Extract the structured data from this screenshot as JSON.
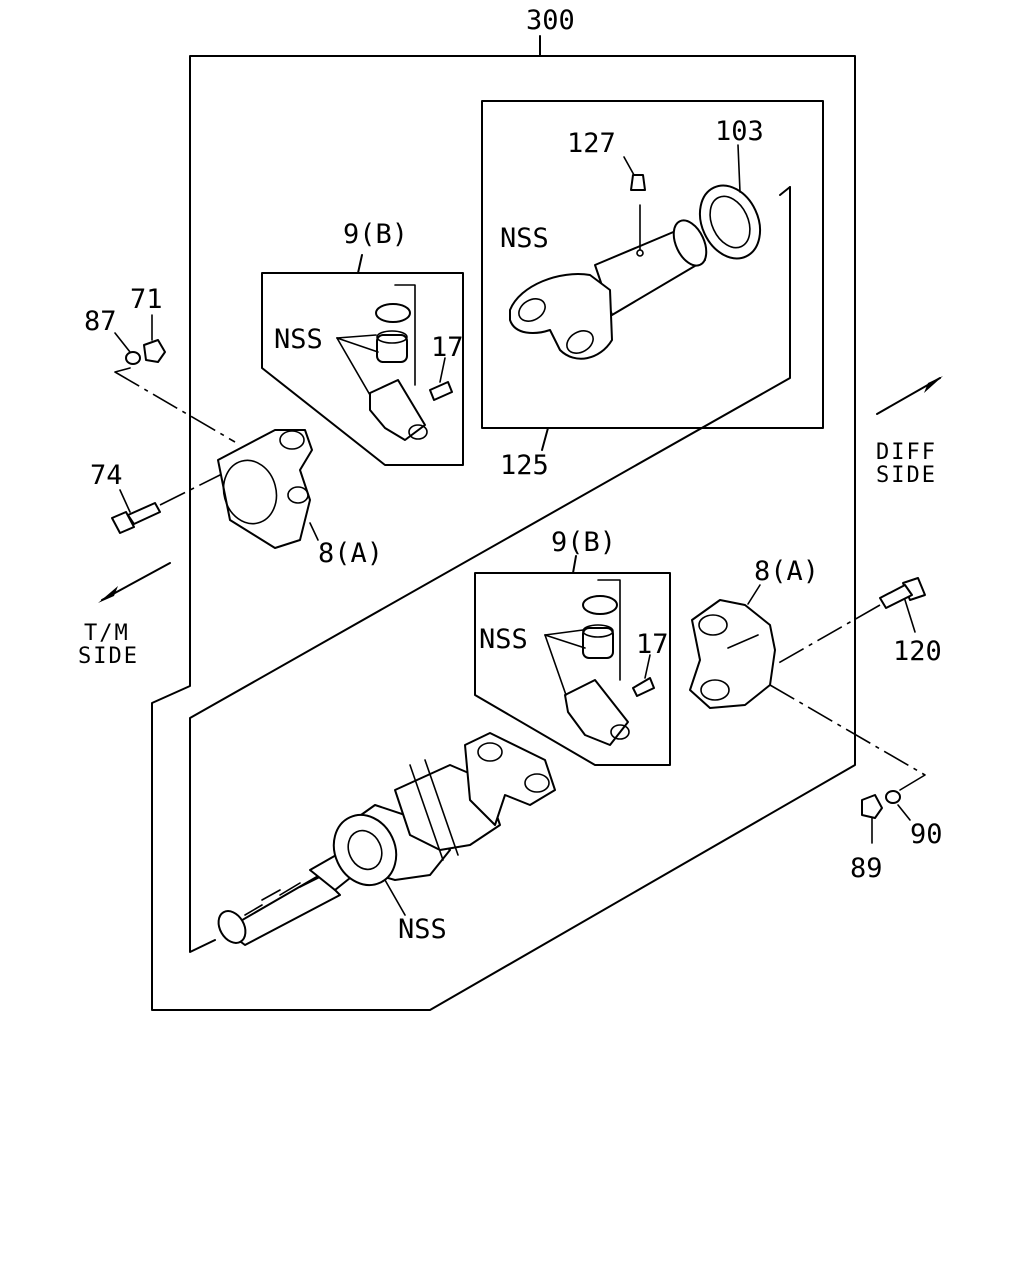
{
  "labels": {
    "assembly": "300",
    "grease_nipple_top": "127",
    "dust_cover": "103",
    "nss_tube": "NSS",
    "tube": "125",
    "joint_kit_top": "9(B)",
    "nss_joint_top": "NSS",
    "nipple_top": "17",
    "washer_left": "87",
    "nut_left": "71",
    "bolt_left": "74",
    "flange_yoke_left": "8(A)",
    "joint_kit_bottom": "9(B)",
    "nss_joint_bottom": "NSS",
    "nipple_bottom": "17",
    "flange_yoke_right": "8(A)",
    "bolt_right": "120",
    "washer_right": "90",
    "nut_right": "89",
    "nss_shaft": "NSS",
    "diff_side_line1": "DIFF",
    "diff_side_line2": "SIDE",
    "tm_side_line1": "T/M",
    "tm_side_line2": "SIDE"
  }
}
